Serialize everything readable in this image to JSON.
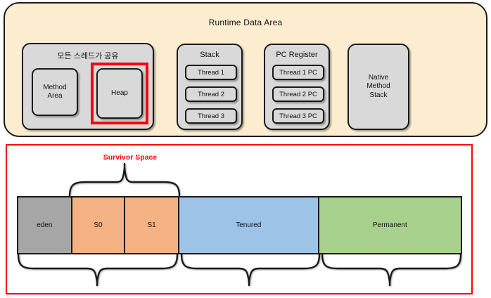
{
  "runtime": {
    "title": "Runtime Data Area",
    "shared_group_title": "모든 스레드가 공유",
    "method_area_label": "Method\nArea",
    "method_area_line1": "Method",
    "method_area_line2": "Area",
    "heap_label": "Heap",
    "stack_group": {
      "title": "Stack",
      "threads": [
        "Thread 1",
        "Thread 2",
        "Thread 3"
      ]
    },
    "pc_register_group": {
      "title": "PC Register",
      "threads": [
        "Thread 1 PC",
        "Thread 2 PC",
        "Thread 3 PC"
      ]
    },
    "native_method_stack": {
      "line1": "Native",
      "line2": "Method",
      "line3": "Stack"
    }
  },
  "heap_layout": {
    "survivor_label": "Survivor Space",
    "segments": [
      {
        "label": "eden",
        "color": "#a6a6a6",
        "width_pct": 12.2
      },
      {
        "label": "S0",
        "color": "#f4b183",
        "width_pct": 12.0
      },
      {
        "label": "S1",
        "color": "#f4b183",
        "width_pct": 12.2
      },
      {
        "label": "Tenured",
        "color": "#9dc3e6",
        "width_pct": 31.6
      },
      {
        "label": "Permanent",
        "color": "#a9d18e",
        "width_pct": 32.0
      }
    ]
  },
  "colors": {
    "runtime_background": "#fcedd0",
    "group_gray": "#d9d9d9",
    "highlight_red": "#ff0000",
    "outline": "#1a1a1a",
    "eden": "#a6a6a6",
    "survivor": "#f4b183",
    "tenured": "#9dc3e6",
    "permanent": "#a9d18e"
  }
}
